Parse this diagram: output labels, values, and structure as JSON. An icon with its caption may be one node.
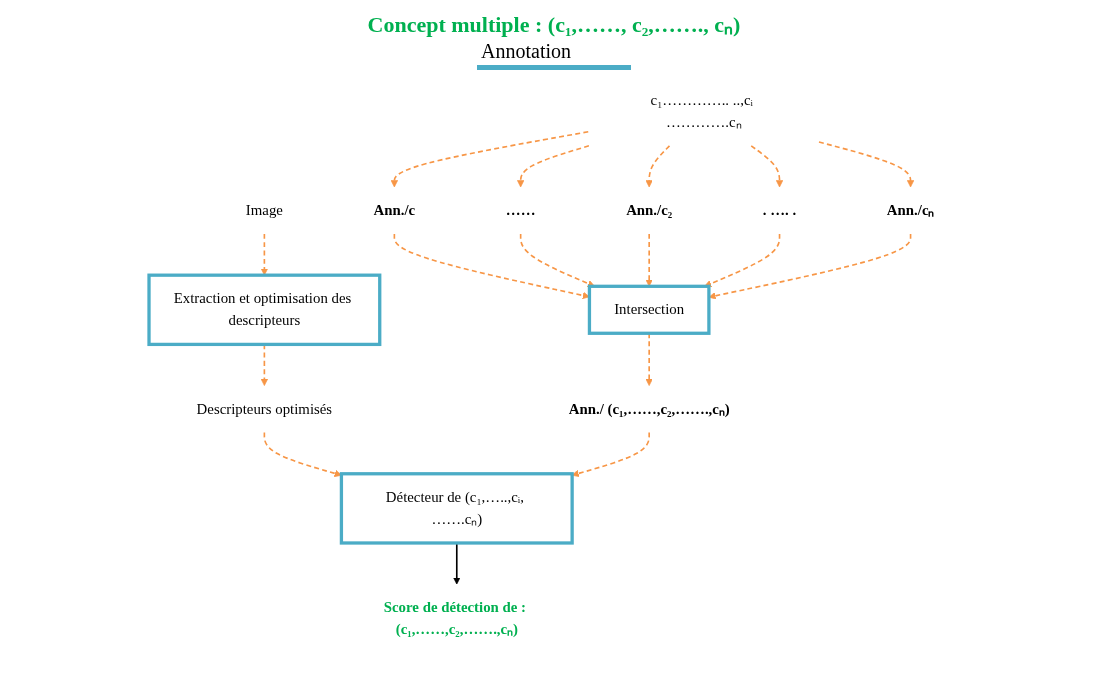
{
  "diagram": {
    "title": "Concept multiple : (c₁,……, c₂,……., cₙ)",
    "nodes": [
      {
        "text": [
          "c₁………….. ..,cᵢ ………….cₙ"
        ]
      },
      {
        "text": [
          "Image"
        ]
      },
      {
        "text": [
          "Ann./c"
        ]
      },
      {
        "text": [
          "……"
        ]
      },
      {
        "text": [
          "Ann./c₂"
        ]
      },
      {
        "text": [
          ". …. ."
        ]
      },
      {
        "text": [
          "Ann./cₙ"
        ]
      },
      {
        "text": [
          "Extraction et optimisation des descripteurs"
        ]
      },
      {
        "text": [
          "Intersection"
        ]
      },
      {
        "text": [
          "Descripteurs optimisés"
        ]
      },
      {
        "text": [
          "Ann./ (c₁,……,c₂,…….,cₙ)"
        ]
      },
      {
        "text": [
          "Détecteur de (c₁,…..,cᵢ, …….cₙ)"
        ]
      },
      {
        "text": [
          "Score de détection de : (c₁,……,c₂,…….,cₙ)"
        ]
      }
    ],
    "edges": [
      {
        "from": 0,
        "to": 2,
        "arrow": "to",
        "style": "dashed",
        "color": "#f79646"
      },
      {
        "from": 0,
        "to": 3,
        "arrow": "to",
        "style": "dashed",
        "color": "#f79646"
      },
      {
        "from": 0,
        "to": 4,
        "arrow": "to",
        "style": "dashed",
        "color": "#f79646"
      },
      {
        "from": 0,
        "to": 5,
        "arrow": "to",
        "style": "dashed",
        "color": "#f79646"
      },
      {
        "from": 0,
        "to": 6,
        "arrow": "to",
        "style": "dashed",
        "color": "#f79646"
      },
      {
        "from": 1,
        "to": 7,
        "arrow": "to",
        "style": "dashed",
        "color": "#f79646"
      },
      {
        "from": 2,
        "to": 8,
        "arrow": "to",
        "style": "dashed",
        "color": "#f79646"
      },
      {
        "from": 3,
        "to": 8,
        "arrow": "to",
        "style": "dashed",
        "color": "#f79646"
      },
      {
        "from": 4,
        "to": 8,
        "arrow": "to",
        "style": "dashed",
        "color": "#f79646"
      },
      {
        "from": 5,
        "to": 8,
        "arrow": "to",
        "style": "dashed",
        "color": "#f79646"
      },
      {
        "from": 6,
        "to": 8,
        "arrow": "to",
        "style": "dashed",
        "color": "#f79646"
      },
      {
        "from": 7,
        "to": 9,
        "arrow": "to",
        "style": "dashed",
        "color": "#f79646"
      },
      {
        "from": 8,
        "to": 10,
        "arrow": "to",
        "style": "dashed",
        "color": "#f79646"
      },
      {
        "from": 9,
        "to": 11,
        "arrow": "to",
        "style": "dashed",
        "color": "#f79646"
      },
      {
        "from": 10,
        "to": 11,
        "arrow": "to",
        "style": "dashed",
        "color": "#f79646"
      },
      {
        "from": 11,
        "to": 12,
        "arrow": "to",
        "color": "#000000"
      }
    ],
    "labels": [
      "Annotation"
    ]
  }
}
